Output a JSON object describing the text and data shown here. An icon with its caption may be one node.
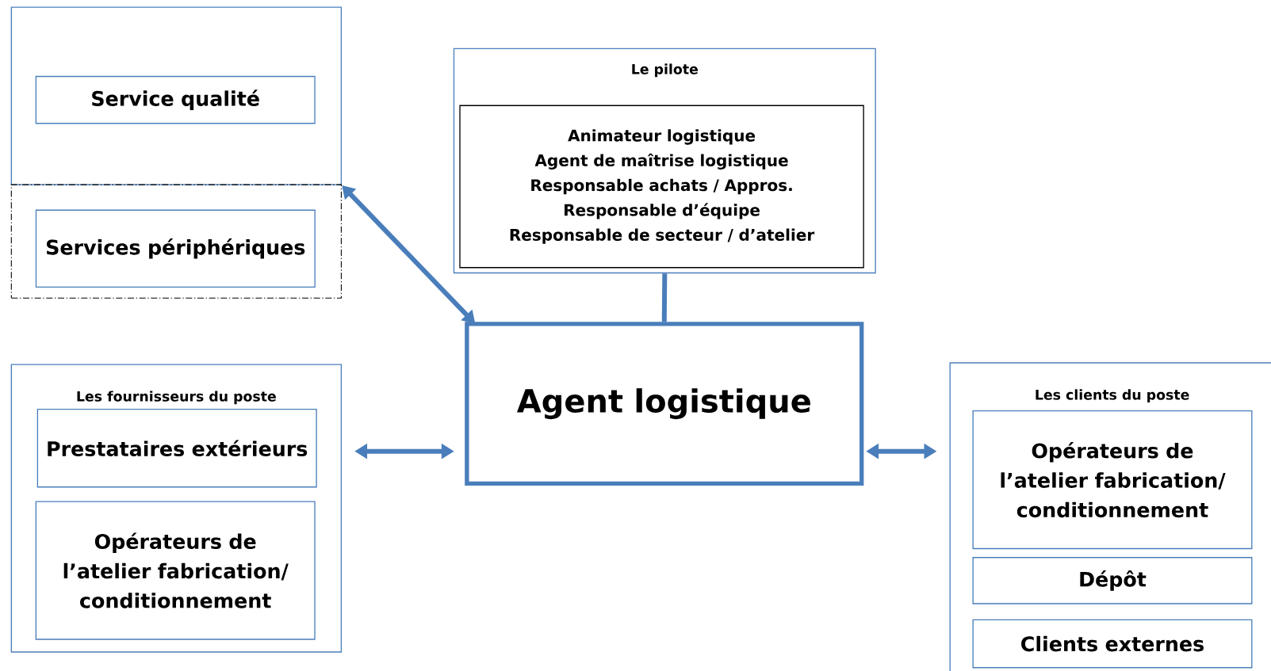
{
  "diagram": {
    "nodes": [
      {
        "text": [],
        "shape": "box"
      },
      {
        "text": [
          "Service qualité"
        ],
        "in": 0
      },
      {
        "text": [],
        "shape": "box"
      },
      {
        "text": [
          "Services périphériques"
        ],
        "in": 2
      },
      {
        "text": [
          "Le pilote"
        ]
      },
      {
        "text": [
          "Animateur logistique",
          "Agent de maîtrise logistique",
          "Responsable achats / Appros.",
          "Responsable d’équipe",
          "Responsable de secteur / d’atelier"
        ],
        "in": 4
      },
      {
        "text": [
          "Agent logistique"
        ]
      },
      {
        "text": [
          "Les fournisseurs du poste"
        ]
      },
      {
        "text": [
          "Prestataires extérieurs"
        ],
        "in": 7
      },
      {
        "text": [
          "Opérateurs de l’atelier fabrication/ conditionnement"
        ],
        "in": 7
      },
      {
        "text": [
          "Les clients du poste"
        ]
      },
      {
        "text": [
          "Opérateurs de l’atelier fabrication/ conditionnement"
        ],
        "in": 10
      },
      {
        "text": [
          "Dépôt"
        ],
        "in": 10
      },
      {
        "text": [
          "Clients externes"
        ],
        "in": 10
      }
    ],
    "edges": [
      {
        "from": 6,
        "to": 0,
        "arrow": "both"
      },
      {
        "from": 6,
        "to": 4,
        "arrow": "none"
      },
      {
        "from": 6,
        "to": 7,
        "arrow": "both"
      },
      {
        "from": 6,
        "to": 10,
        "arrow": "both"
      }
    ]
  }
}
